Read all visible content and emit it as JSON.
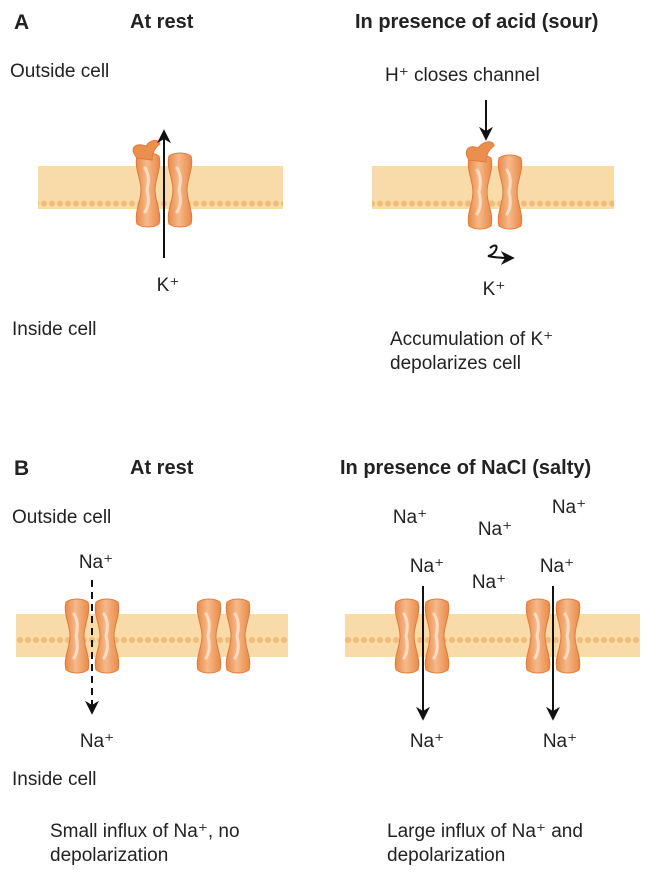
{
  "panel_a": {
    "letter": "A",
    "rest_title": "At rest",
    "acid_title": "In presence of acid (sour)",
    "outside": "Outside cell",
    "inside": "Inside cell",
    "h_label": "H⁺ closes channel",
    "k_label_rest": "K⁺",
    "k_label_acid": "K⁺",
    "accumulation": "Accumulation of K⁺ depolarizes cell"
  },
  "panel_b": {
    "letter": "B",
    "rest_title": "At rest",
    "salt_title": "In presence of NaCl (salty)",
    "outside": "Outside cell",
    "inside": "Inside cell",
    "na_top_rest": "Na⁺",
    "na_bottom_rest": "Na⁺",
    "na_free_1": "Na⁺",
    "na_free_2": "Na⁺",
    "na_free_3": "Na⁺",
    "na_free_4": "Na⁺",
    "na_top_left": "Na⁺",
    "na_top_right": "Na⁺",
    "na_bottom_left": "Na⁺",
    "na_bottom_right": "Na⁺",
    "caption_rest": "Small influx of Na⁺, no depolarization",
    "caption_salt": "Large influx of Na⁺ and depolarization"
  },
  "colors": {
    "membrane": "#f7d7a3",
    "head": "#f4bf7a",
    "channel": "#eb8f4f",
    "channel_light": "#fbd5b3"
  }
}
